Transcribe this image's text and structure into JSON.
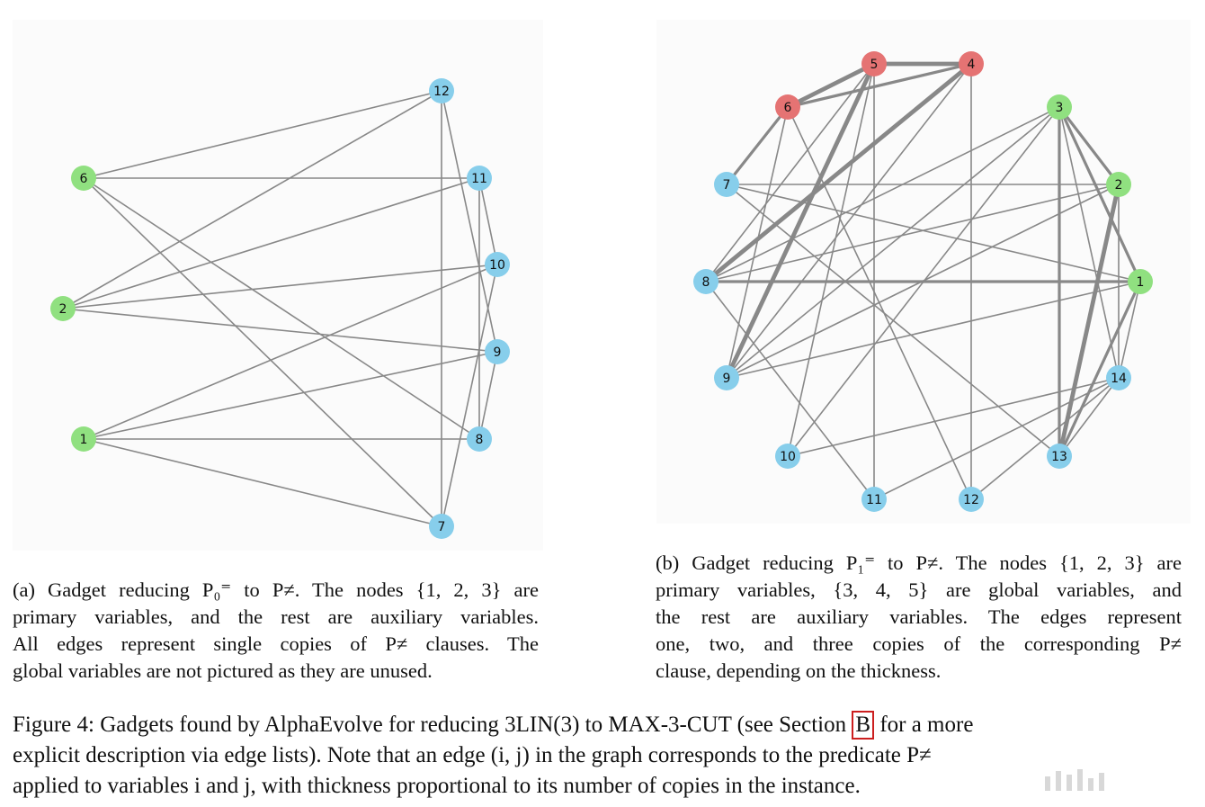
{
  "panel_a": {
    "nodes": [
      {
        "id": "12",
        "role": "auxiliary"
      },
      {
        "id": "11",
        "role": "auxiliary"
      },
      {
        "id": "10",
        "role": "auxiliary"
      },
      {
        "id": "9",
        "role": "auxiliary"
      },
      {
        "id": "8",
        "role": "auxiliary"
      },
      {
        "id": "7",
        "role": "auxiliary"
      },
      {
        "id": "6",
        "role": "primary"
      },
      {
        "id": "2",
        "role": "primary"
      },
      {
        "id": "1",
        "role": "primary"
      }
    ],
    "edges": [
      [
        "6",
        "12",
        1
      ],
      [
        "6",
        "11",
        1
      ],
      [
        "6",
        "8",
        1
      ],
      [
        "6",
        "7",
        1
      ],
      [
        "2",
        "12",
        1
      ],
      [
        "2",
        "11",
        1
      ],
      [
        "2",
        "10",
        1
      ],
      [
        "2",
        "9",
        1
      ],
      [
        "1",
        "10",
        1
      ],
      [
        "1",
        "9",
        1
      ],
      [
        "1",
        "8",
        1
      ],
      [
        "1",
        "7",
        1
      ],
      [
        "12",
        "7",
        1
      ],
      [
        "12",
        "9",
        1
      ],
      [
        "11",
        "10",
        1
      ],
      [
        "11",
        "8",
        1
      ],
      [
        "10",
        "7",
        1
      ],
      [
        "9",
        "8",
        1
      ]
    ],
    "caption": [
      "(a) Gadget reducing P₀⁼ to P≠. The nodes {1, 2, 3} are",
      "primary variables, and the rest are auxiliary variables.",
      "All edges represent single copies of P≠ clauses. The",
      "global variables are not pictured as they are unused."
    ]
  },
  "panel_b": {
    "nodes": [
      {
        "id": "5",
        "role": "global"
      },
      {
        "id": "4",
        "role": "global"
      },
      {
        "id": "6",
        "role": "global"
      },
      {
        "id": "3",
        "role": "primary"
      },
      {
        "id": "2",
        "role": "primary"
      },
      {
        "id": "1",
        "role": "primary"
      },
      {
        "id": "7",
        "role": "auxiliary"
      },
      {
        "id": "8",
        "role": "auxiliary"
      },
      {
        "id": "9",
        "role": "auxiliary"
      },
      {
        "id": "10",
        "role": "auxiliary"
      },
      {
        "id": "11",
        "role": "auxiliary"
      },
      {
        "id": "12",
        "role": "auxiliary"
      },
      {
        "id": "13",
        "role": "auxiliary"
      },
      {
        "id": "14",
        "role": "auxiliary"
      }
    ],
    "edges": [
      [
        "5",
        "4",
        3
      ],
      [
        "6",
        "5",
        3
      ],
      [
        "6",
        "4",
        2
      ],
      [
        "6",
        "7",
        2
      ],
      [
        "4",
        "8",
        3
      ],
      [
        "5",
        "9",
        3
      ],
      [
        "4",
        "9",
        1
      ],
      [
        "5",
        "8",
        1
      ],
      [
        "5",
        "10",
        1
      ],
      [
        "5",
        "11",
        1
      ],
      [
        "4",
        "12",
        1
      ],
      [
        "6",
        "9",
        1
      ],
      [
        "6",
        "12",
        1
      ],
      [
        "7",
        "1",
        1
      ],
      [
        "7",
        "2",
        1
      ],
      [
        "7",
        "13",
        1
      ],
      [
        "8",
        "1",
        2
      ],
      [
        "8",
        "2",
        1
      ],
      [
        "8",
        "3",
        1
      ],
      [
        "8",
        "11",
        1
      ],
      [
        "9",
        "3",
        1
      ],
      [
        "9",
        "2",
        1
      ],
      [
        "9",
        "1",
        1
      ],
      [
        "10",
        "3",
        1
      ],
      [
        "10",
        "14",
        1
      ],
      [
        "11",
        "14",
        1
      ],
      [
        "12",
        "14",
        1
      ],
      [
        "3",
        "2",
        2
      ],
      [
        "3",
        "1",
        2
      ],
      [
        "3",
        "13",
        2
      ],
      [
        "3",
        "14",
        1
      ],
      [
        "2",
        "13",
        3
      ],
      [
        "2",
        "14",
        1
      ],
      [
        "1",
        "13",
        2
      ],
      [
        "1",
        "14",
        1
      ],
      [
        "14",
        "13",
        1
      ]
    ],
    "caption": [
      "(b) Gadget reducing P₁⁼ to P≠. The nodes {1, 2, 3} are",
      "primary variables, {3, 4, 5} are global variables, and",
      "the rest are auxiliary variables. The edges represent",
      "one, two, and three copies of the corresponding P≠",
      "clause, depending on the thickness."
    ]
  },
  "figure_caption": {
    "line1_pre": "Figure 4: Gadgets found by AlphaEvolve for reducing 3LIN(3) to MAX-3-CUT (see Section ",
    "ref": "B",
    "line1_post": " for a more",
    "line2": "explicit description via edge lists). Note that an edge (i, j) in the graph corresponds to the predicate P≠",
    "line3": "applied to variables i and j, with thickness proportional to its number of copies in the instance."
  },
  "colors": {
    "primary": "#90e080",
    "global": "#e57373",
    "auxiliary": "#87ceeb",
    "edge": "#888888",
    "ref_box": "#cc1f1f"
  }
}
